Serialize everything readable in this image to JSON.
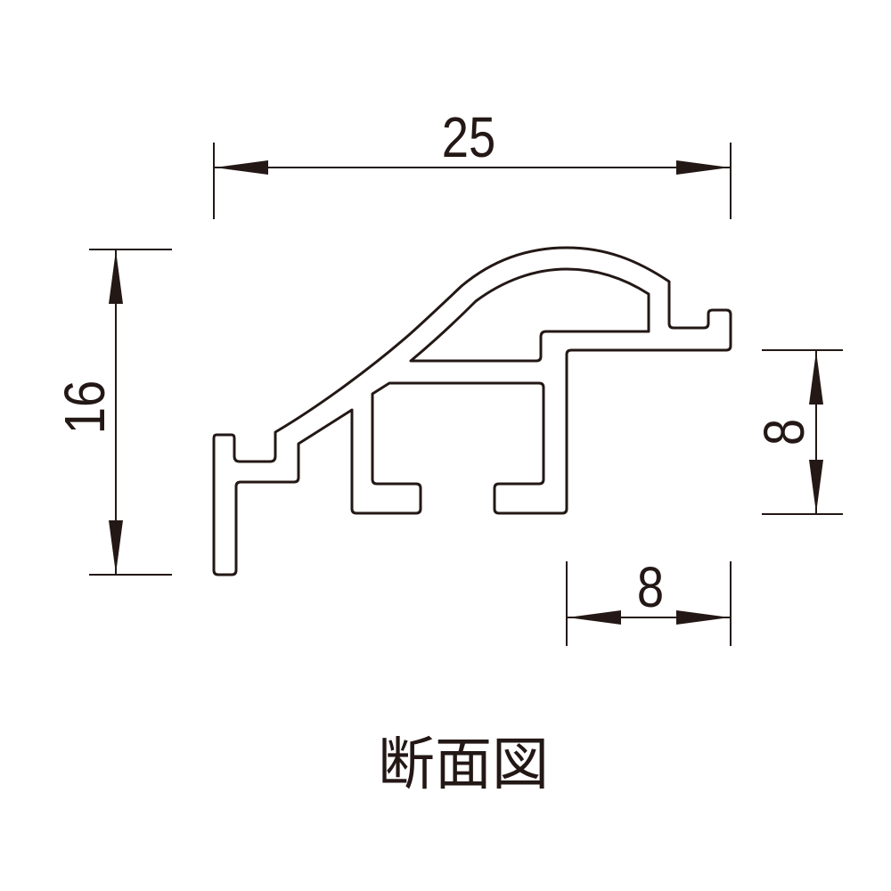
{
  "diagram": {
    "title": "断面図",
    "dimensions": {
      "width_top": "25",
      "height_left": "16",
      "height_right": "8",
      "width_bottom": "8"
    },
    "colors": {
      "line": "#231815",
      "background": "#ffffff"
    }
  }
}
